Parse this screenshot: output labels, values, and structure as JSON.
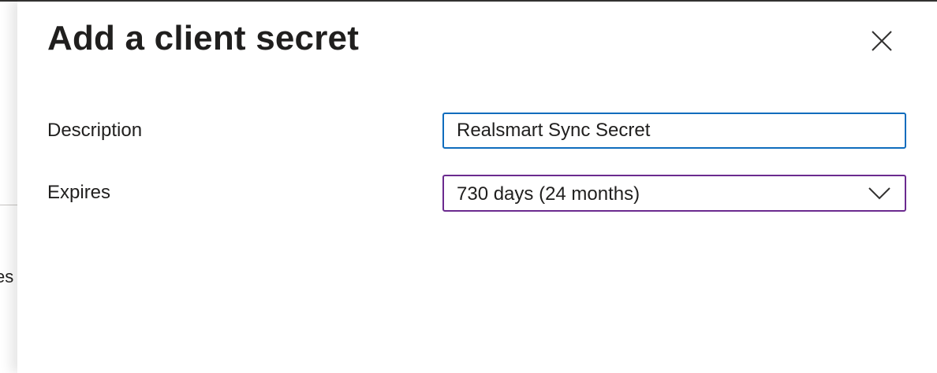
{
  "background": {
    "partial_text": "es"
  },
  "panel": {
    "title": "Add a client secret",
    "close_icon": "close-icon"
  },
  "form": {
    "description": {
      "label": "Description",
      "value": "Realsmart Sync Secret"
    },
    "expires": {
      "label": "Expires",
      "selected": "730 days (24 months)",
      "icon": "chevron-down-icon"
    }
  },
  "colors": {
    "focus_border": "#0f6cbd",
    "select_border": "#6b2a8f",
    "text": "#201f1e"
  }
}
